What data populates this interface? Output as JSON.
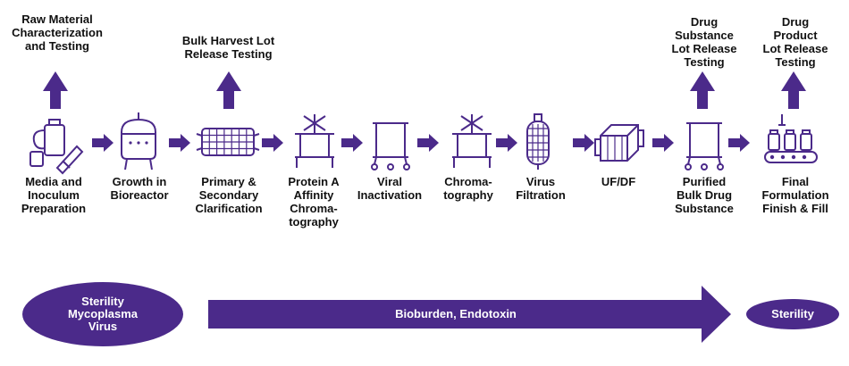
{
  "colors": {
    "primary": "#4b2a8a",
    "ink": "#111111",
    "background": "#ffffff"
  },
  "release_tests": [
    {
      "label": "Raw Material\nCharacterization\nand Testing"
    },
    {
      "label": "Bulk Harvest Lot\nRelease Testing"
    },
    {
      "label": "Drug\nSubstance\nLot Release\nTesting"
    },
    {
      "label": "Drug\nProduct\nLot Release\nTesting"
    }
  ],
  "steps": [
    {
      "label": "Media and\nInoculum\nPreparation",
      "icon": "media-inoculum-icon"
    },
    {
      "label": "Growth in\nBioreactor",
      "icon": "bioreactor-icon"
    },
    {
      "label": "Primary &\nSecondary\nClarification",
      "icon": "clarification-filter-icon"
    },
    {
      "label": "Protein A\nAffinity\nChroma-\ntography",
      "icon": "chromatography-column-icon"
    },
    {
      "label": "Viral\nInactivation",
      "icon": "inactivation-tank-icon"
    },
    {
      "label": "Chroma-\ntography",
      "icon": "chromatography-column-icon"
    },
    {
      "label": "Virus\nFiltration",
      "icon": "virus-filter-icon"
    },
    {
      "label": "UF/DF",
      "icon": "ufdf-cassette-icon"
    },
    {
      "label": "Purified\nBulk Drug\nSubstance",
      "icon": "bulk-tank-icon"
    },
    {
      "label": "Final\nFormulation\nFinish & Fill",
      "icon": "fill-line-icon"
    }
  ],
  "bottom": {
    "left_oval": "Sterility\nMycoplasma\nVirus",
    "arrow_label": "Bioburden, Endotoxin",
    "right_oval": "Sterility"
  }
}
